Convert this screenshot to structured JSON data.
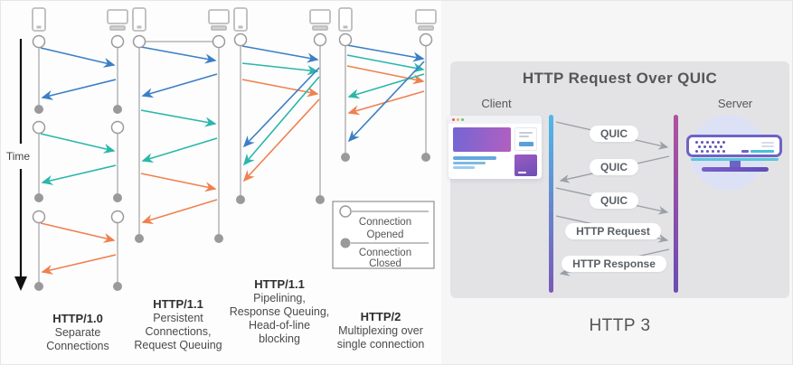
{
  "left_diagram": {
    "time_label": "Time",
    "columns": [
      {
        "title": "HTTP/1.0",
        "subtitle_lines": [
          "Separate",
          "Connections"
        ],
        "client_device": "smartphone",
        "server_device": "desktop-computer",
        "connections": 3,
        "pattern": "one request-response pair per connection, connection closed after each exchange"
      },
      {
        "title": "HTTP/1.1",
        "subtitle_lines": [
          "Persistent",
          "Connections,",
          "Request Queuing"
        ],
        "client_device": "smartphone",
        "server_device": "desktop-computer",
        "connections": 1,
        "pattern": "single persistent connection, sequential request-response pairs"
      },
      {
        "title": "HTTP/1.1",
        "subtitle_lines": [
          "Pipelining,",
          "Response Queuing,",
          "Head-of-line",
          "blocking"
        ],
        "client_device": "smartphone",
        "server_device": "desktop-computer",
        "connections": 1,
        "pattern": "requests pipelined back-to-back, responses returned in order"
      },
      {
        "title": "HTTP/2",
        "subtitle_lines": [
          "Multiplexing over",
          "single connection"
        ],
        "client_device": "smartphone",
        "server_device": "desktop-computer",
        "connections": 1,
        "pattern": "requests multiplexed, responses returned out of order"
      }
    ],
    "legend": {
      "items": [
        {
          "symbol": "open-circle",
          "lines": [
            "Connection",
            "Opened"
          ]
        },
        {
          "symbol": "filled-circle",
          "lines": [
            "Connection",
            "Closed"
          ]
        }
      ]
    },
    "colors": {
      "message_1": "#3b7ec6",
      "message_2": "#2ab7a9",
      "message_3": "#f08050",
      "lifeline": "#b3b3b3",
      "node": "#9a9a9a",
      "time_axis": "#111111"
    }
  },
  "quic_panel": {
    "title": "HTTP Request Over QUIC",
    "client_label": "Client",
    "server_label": "Server",
    "messages": [
      {
        "label": "QUIC",
        "direction": "client-to-server"
      },
      {
        "label": "QUIC",
        "direction": "server-to-client"
      },
      {
        "label": "QUIC",
        "direction": "client-to-server"
      },
      {
        "label": "HTTP Request",
        "direction": "client-to-server"
      },
      {
        "label": "HTTP Response",
        "direction": "server-to-client"
      }
    ],
    "caption": "HTTP 3",
    "colors": {
      "panel_bg": "#e3e3e5",
      "client_line_top": "#4fb8e8",
      "client_line_bottom": "#7a58b8",
      "server_line_top": "#b1519d",
      "server_line_bottom": "#6a4cb5",
      "arrow": "#9aa0a8"
    }
  }
}
